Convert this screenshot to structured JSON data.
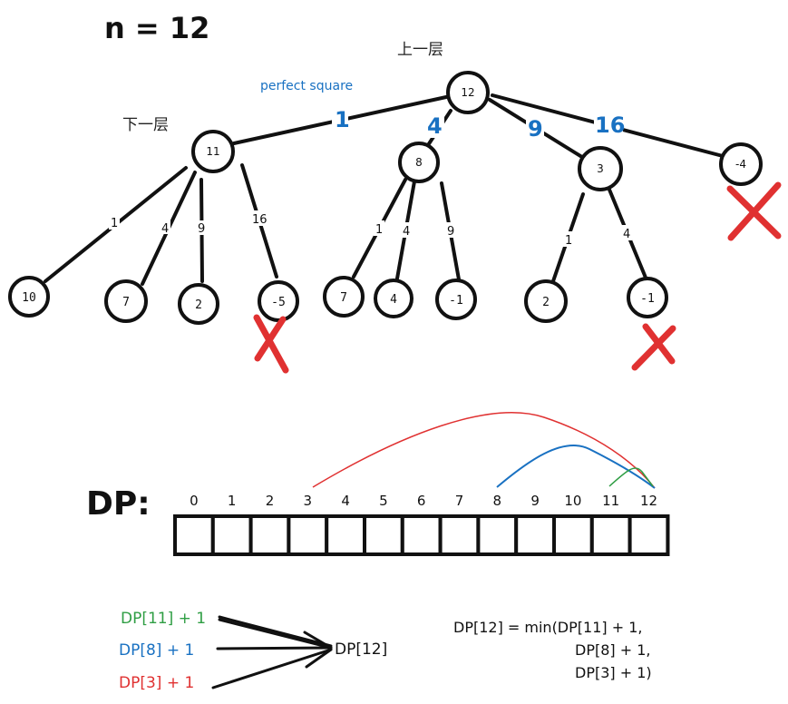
{
  "title": "n = 12",
  "labels": {
    "upper_level": "上一层",
    "lower_level": "下一层",
    "perfect_square": "perfect square"
  },
  "colors": {
    "ink": "#111111",
    "blue": "#1971c2",
    "red": "#e03131",
    "green": "#2f9e44"
  },
  "tree": {
    "root": {
      "value": "12"
    },
    "level1": [
      {
        "value": "11",
        "edge_label": "1",
        "pruned": false
      },
      {
        "value": "8",
        "edge_label": "4",
        "pruned": false
      },
      {
        "value": "3",
        "edge_label": "9",
        "pruned": false
      },
      {
        "value": "-4",
        "edge_label": "16",
        "pruned": true
      }
    ],
    "level2": [
      {
        "parent": "11",
        "value": "10",
        "edge_label": "1",
        "pruned": false
      },
      {
        "parent": "11",
        "value": "7",
        "edge_label": "4",
        "pruned": false
      },
      {
        "parent": "11",
        "value": "2",
        "edge_label": "9",
        "pruned": false
      },
      {
        "parent": "11",
        "value": "-5",
        "edge_label": "16",
        "pruned": true
      },
      {
        "parent": "8",
        "value": "7",
        "edge_label": "1",
        "pruned": false
      },
      {
        "parent": "8",
        "value": "4",
        "edge_label": "4",
        "pruned": false
      },
      {
        "parent": "8",
        "value": "-1",
        "edge_label": "9",
        "pruned": false
      },
      {
        "parent": "3",
        "value": "2",
        "edge_label": "1",
        "pruned": false
      },
      {
        "parent": "3",
        "value": "-1",
        "edge_label": "4",
        "pruned": true
      }
    ]
  },
  "dp": {
    "label": "DP:",
    "indices": [
      "0",
      "1",
      "2",
      "3",
      "4",
      "5",
      "6",
      "7",
      "8",
      "9",
      "10",
      "11",
      "12"
    ],
    "arcs": [
      {
        "from": 3,
        "to": 12,
        "color": "red"
      },
      {
        "from": 8,
        "to": 12,
        "color": "blue"
      },
      {
        "from": 11,
        "to": 12,
        "color": "green"
      }
    ]
  },
  "transitions": {
    "sources": [
      {
        "text": "DP[11] + 1",
        "color": "green"
      },
      {
        "text": "DP[8] + 1",
        "color": "blue"
      },
      {
        "text": "DP[3] + 1",
        "color": "red"
      }
    ],
    "target": "DP[12]"
  },
  "formula": {
    "lines": [
      "DP[12] = min(DP[11] + 1,",
      "DP[8] + 1,",
      "DP[3] + 1)"
    ]
  }
}
